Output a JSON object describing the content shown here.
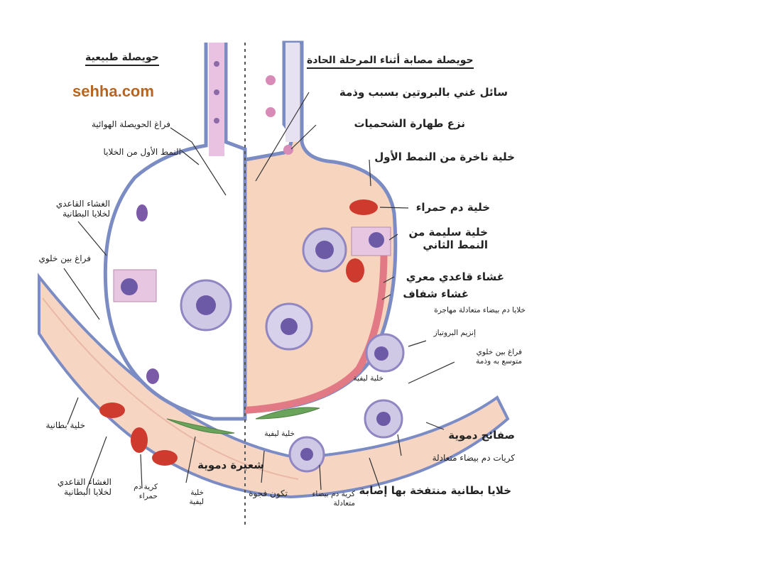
{
  "brand": "sehha.com",
  "headings": {
    "normal": "حويصلة طبيعية",
    "injured": "حويصلة مصابة أثناء المرحلة الحادة"
  },
  "labels": {
    "alveolar_space": "فراغ الحويصلة الهوائية",
    "type1_cell": "النمط الأول من الخلايا",
    "basement_membrane_epi": "الغشاء القاعدي لخلايا البطانية",
    "interstitial_space": "فراغ بين خلوي",
    "endothelial_cell": "خلية بطانية",
    "basement_membrane_endo": "الغشاء القاعدي لخلايا البطانية",
    "red_cell_small": "كرية دم حمراء",
    "fibroblast_small": "خلية ليفية",
    "capillary": "شعيرة دموية",
    "gap_formation": "تكون فجوة",
    "protein_fluid": "سائل غني بالبروتين بسبب وذمة",
    "surfactant_loss": "نزع طهارة الشحميات",
    "necrotic_type1": "خلية ناخرة من النمط الأول",
    "red_cell": "خلية دم حمراء",
    "type2_cell": "خلية سليمة من النمط الثاني",
    "hyaline_membrane": "غشاء قاعدي معري",
    "transparent_membrane": "غشاء شفاف",
    "migrating_wbc": "خلايا دم بيضاء متعادلة مهاجرة",
    "protease": "إنزيم البروتياز",
    "edema_interstitium": "فراغ بين خلوي متوسع به وذمة",
    "fibroblast": "خلية ليفية",
    "leaked_fibroblast": "خلية ليفية",
    "platelets": "صفائح دموية",
    "neutrophils": "كريات دم بيضاء متعادلة",
    "swollen_endo": "خلايا بطانية منتفخة بها إصابة",
    "neutrophil_small": "كرية دم بيضاء متعادلة"
  }
}
